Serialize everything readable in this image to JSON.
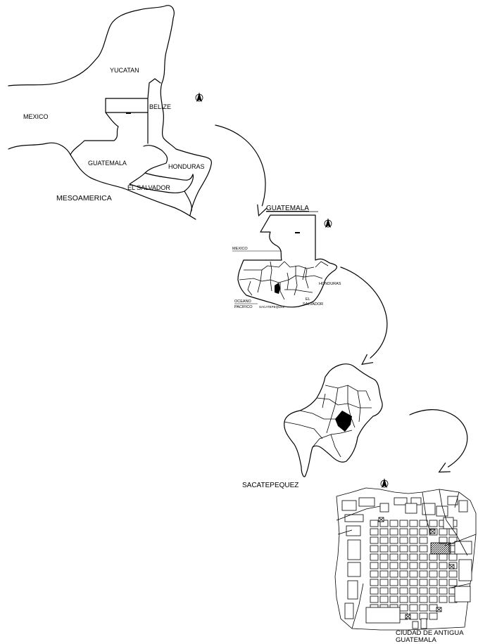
{
  "maps": {
    "mesoamerica": {
      "title": "MESOAMERICA",
      "labels": {
        "yucatan": "YUCATAN",
        "mexico": "MEXICO",
        "belize": "BELIZE",
        "guatemala": "GUATEMALA",
        "honduras": "HONDURAS",
        "el_salvador": "EL SALVADOR"
      }
    },
    "guatemala": {
      "title": "GUATEMALA",
      "labels": {
        "mexico": "MEXICO",
        "honduras": "HONDURAS",
        "el": "EL",
        "salvador": "SALVADOR",
        "oceano": "OCEANO",
        "pacifico": "PACIFICO",
        "sacatepequez_small": "SACATEPEQUEZ"
      }
    },
    "sacatepequez": {
      "title": "SACATEPEQUEZ"
    },
    "antigua": {
      "title_line1": "CIUDAD DE ANTIGUA",
      "title_line2": "GUATEMALA"
    }
  },
  "colors": {
    "ink": "#000000",
    "paper": "#ffffff"
  },
  "icons": [
    "north-arrow-icon",
    "north-arrow-icon",
    "north-arrow-icon",
    "zoom-arrow-icon",
    "zoom-arrow-icon",
    "zoom-arrow-icon"
  ]
}
